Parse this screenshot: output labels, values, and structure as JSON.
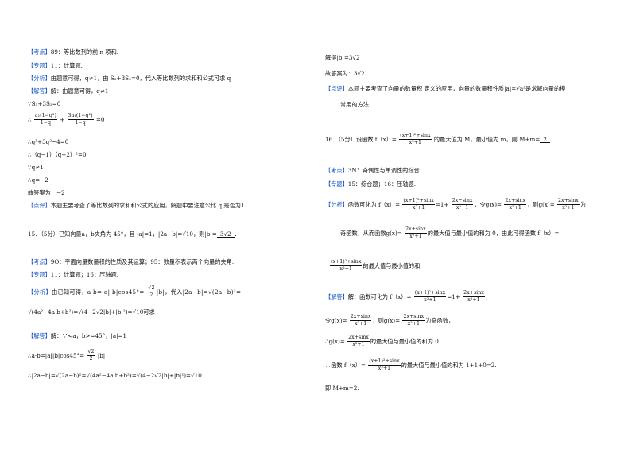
{
  "left": {
    "l1": {
      "tag": "【考点】",
      "text": "89：等比数列的前 n 项和."
    },
    "l2": {
      "tag": "【专题】",
      "text": "11：计算题."
    },
    "l3": {
      "tag": "【分析】",
      "text": "由题意可得，q≠1，由 S₃+3S₂=0，代入等比数列的求和和公式可求 q"
    },
    "l4": {
      "tag": "【解答】",
      "text": "解：由题意可得，q≠1"
    },
    "l5": "∵S₃+3S₂=0",
    "l6": {
      "pre": "∴",
      "f1n": "a₁(1−q³)",
      "f1d": "1−q",
      "plus": "+",
      "f2n": "3a₁(1−q²)",
      "f2d": "1−q",
      "post": "=0"
    },
    "l7": "∴q³+3q²−4=0",
    "l8": "∴（q−1）（q+2）²=0",
    "l9": "∵q≠1",
    "l10": "∴q=−2",
    "l11": "故答案为：−2",
    "l12": {
      "tag": "【点评】",
      "text": "本题主要考查了等比数列的求和和公式的应用，解题中要注意公比 q 是否为1"
    },
    "q15": {
      "pre": "15．（5分）已知向量",
      "a": "a",
      "mid": "，",
      "b": "b",
      "mid2": "夹角为 45°，且",
      "abs": "|a|=1，|2a−b|=√10，则|b|=",
      "blank": "3√2",
      "end": "．"
    },
    "l14": {
      "tag": "【考点】",
      "text": "9O：平面向量数量积的性质及其运算；95：数量积表示两个向量的夹角."
    },
    "l15": {
      "tag": "【专题】",
      "text": "11：计算题；16：压轴题."
    },
    "l16": {
      "tag": "【分析】",
      "text": "由已知可得，a·b=|a||b|cos45°=",
      "fn": "√2",
      "fd": "2",
      "tail": "|b|，代入|2a−b|=√(2a−b)²="
    },
    "l17": "√(4a²−4a·b+b²)=√(4−2√2|b|+|b|²)=√10可求",
    "l18": {
      "tag": "【解答】",
      "text": "解：∵<a，b>=45°，|a|=1"
    },
    "l19": {
      "pre": "∴a·b=|a||b|cos45°=",
      "fn": "√2",
      "fd": "2",
      "post": "|b|"
    },
    "l20": "∴|2a−b|=√(2a−b)²=√(4a²−4a·b+b²)=√(4−2√2|b|+|b|²)=√10"
  },
  "right": {
    "r1": "解得|b|=3√2",
    "r2": "故答案为：3√2",
    "r3": {
      "tag": "【点评】",
      "text": "本题主要考查了向量的数量积 定义的应用，向量的数量积性质|a|=√a²是求解向量的模"
    },
    "r4": "常用的方法",
    "q16": {
      "pre": "16．（5分）设函数 f（x）=",
      "fn": "(x+1)²+sinx",
      "fd": "x²+1",
      "mid": "的最大值为 M，最小值为 m，则 M+m=",
      "blank": "2",
      "end": "．"
    },
    "r6": {
      "tag": "【考点】",
      "text": "3N：奇偶性与单调性的综合."
    },
    "r7": {
      "tag": "【专题】",
      "text": "15：综合题；16：压轴题."
    },
    "r8": {
      "tag": "【分析】",
      "pre": "函数可化为 f（x）=",
      "f1n": "(x+1)²+sinx",
      "f1d": "x²+1",
      "eq": "=1+",
      "f2n": "2x+sinx",
      "f2d": "x²+1",
      "mid": "，令g(x)=",
      "f3n": "2x+sinx",
      "f3d": "x²+1",
      "post": "，则g(x)=",
      "f4n": "2x+sinx",
      "f4d": "x²+1",
      "end": "为"
    },
    "r9": {
      "pre": "奇函数，从而函数g(x)=",
      "fn": "2x+sinx",
      "fd": "x²+1",
      "post": "的最大值与最小值的和为 0，由此可得函数 f（x）="
    },
    "r10": {
      "fn": "(x+1)²+sinx",
      "fd": "x²+1",
      "post": "的最大值与最小值的和."
    },
    "r11": {
      "tag": "【解答】",
      "pre": "解：函数可化为 f（x）=",
      "f1n": "(x+1)²+sinx",
      "f1d": "x²+1",
      "eq": "=1+",
      "f2n": "2x+sinx",
      "f2d": "x²+1",
      "end": "，"
    },
    "r12": {
      "pre": "令g(x)=",
      "f1n": "2x+sinx",
      "f1d": "x²+1",
      "mid": "，则g(x)=",
      "f2n": "2x+sinx",
      "f2d": "x²+1",
      "post": "为奇函数，"
    },
    "r13": {
      "pre": "∴g(x)=",
      "fn": "2x+sinx",
      "fd": "x²+1",
      "post": "的最大值与最小值的和为 0."
    },
    "r14": {
      "pre": "∴函数 f（x）=",
      "fn": "(x+1)²+sinx",
      "fd": "x²+1",
      "post": "的最大值与最小值的和为 1+1+0=2."
    },
    "r15": "即 M+m=2."
  },
  "colors": {
    "tag": "#1a56c4",
    "text": "#111111"
  }
}
